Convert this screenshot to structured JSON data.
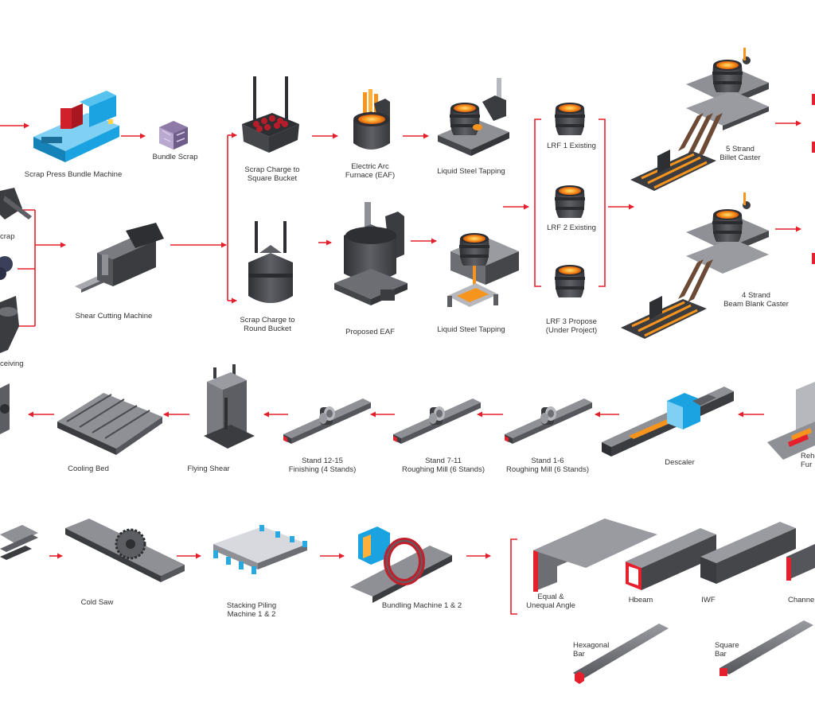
{
  "colors": {
    "arrow": "#e4202c",
    "bracket": "#e4202c",
    "steel_dark": "#3b3c40",
    "steel_mid": "#5d5e63",
    "steel_light": "#8f9096",
    "molten": "#f7941d",
    "glow": "#ffd24d",
    "press_blue": "#1aa3e0",
    "scrap_purple": "#8d7aa6",
    "stacker_blue": "#2aa9e0"
  },
  "labels": {
    "scrap_press": "Scrap Press Bundle Machine",
    "bundle_scrap": "Bundle Scrap",
    "scrap_cut": "crap",
    "receiving": "ceiving",
    "shear_cutting": "Shear Cutting Machine",
    "scrap_square": "Scrap Charge to\nSquare Bucket",
    "scrap_round": "Scrap Charge to\nRound Bucket",
    "eaf": "Electric Arc\nFurnace (EAF)",
    "proposed_eaf": "Proposed EAF",
    "tapping_top": "Liquid Steel Tapping",
    "tapping_bottom": "Liquid Steel Tapping",
    "lrf1": "LRF 1 Existing",
    "lrf2": "LRF 2 Existing",
    "lrf3": "LRF 3 Propose\n(Under Project)",
    "billet_caster": "5 Strand\nBillet Caster",
    "beam_caster": "4 Strand\nBeam Blank Caster",
    "reheat": "Rehe\nFur",
    "descaler": "Descaler",
    "stand_1_6": "Stand 1-6\nRoughing Mill (6 Stands)",
    "stand_7_11": "Stand 7-11\nRoughing Mill (6 Stands)",
    "stand_12_15": "Stand 12-15\nFinishing (4 Stands)",
    "flying_shear": "Flying Shear",
    "cooling_bed": "Cooling Bed",
    "cold_saw": "Cold Saw",
    "stacking": "Stacking Piling\nMachine 1 & 2",
    "bundling": "Bundling Machine 1 & 2",
    "angle": "Equal &\nUnequal Angle",
    "hbeam": "Hbeam",
    "iwf": "IWF",
    "channel": "Channe",
    "hex_bar": "Hexagonal\nBar",
    "square_bar": "Square\nBar"
  }
}
